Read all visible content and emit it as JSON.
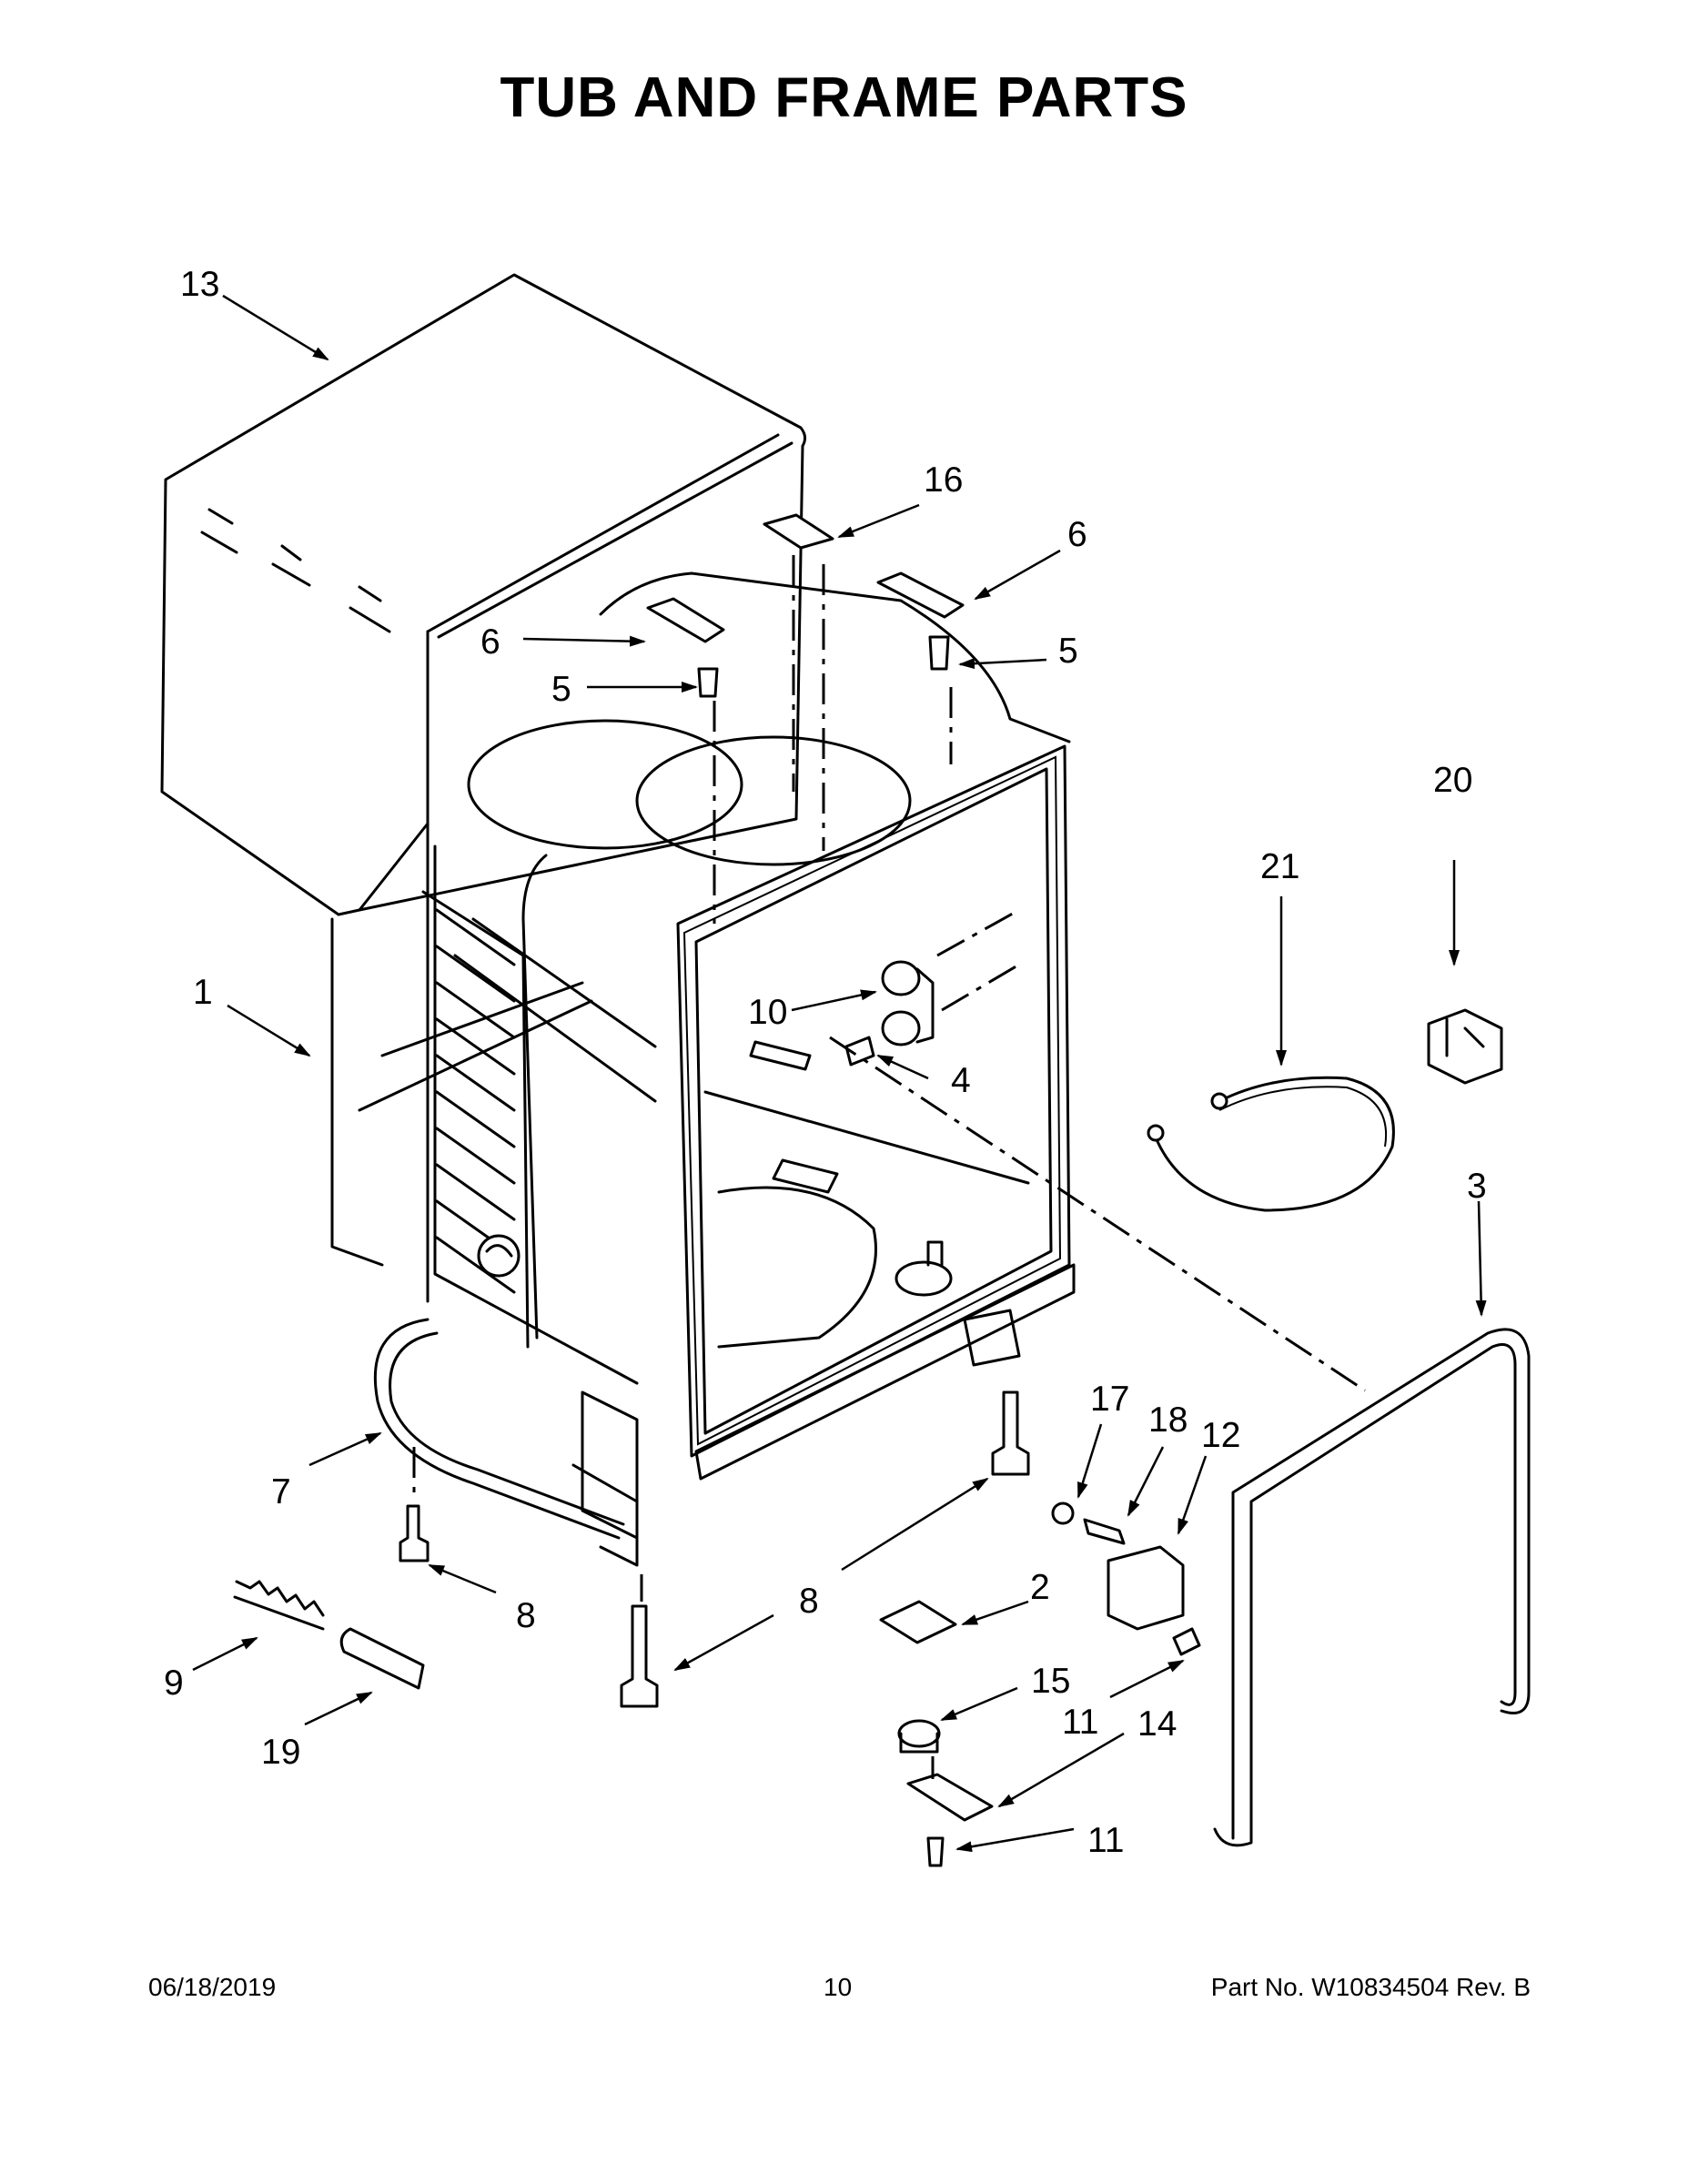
{
  "title": "TUB AND FRAME PARTS",
  "footer": {
    "date": "06/18/2019",
    "page": "10",
    "part": "Part No.  W10834504  Rev.  B"
  },
  "callouts": {
    "c1": "1",
    "c2": "2",
    "c3": "3",
    "c4": "4",
    "c5a": "5",
    "c5b": "5",
    "c6a": "6",
    "c6b": "6",
    "c7": "7",
    "c8a": "8",
    "c8b": "8",
    "c9": "9",
    "c10": "10",
    "c11a": "11",
    "c11b": "11",
    "c12": "12",
    "c13": "13",
    "c14": "14",
    "c15": "15",
    "c16": "16",
    "c17": "17",
    "c18": "18",
    "c19": "19",
    "c20": "20",
    "c21": "21"
  }
}
